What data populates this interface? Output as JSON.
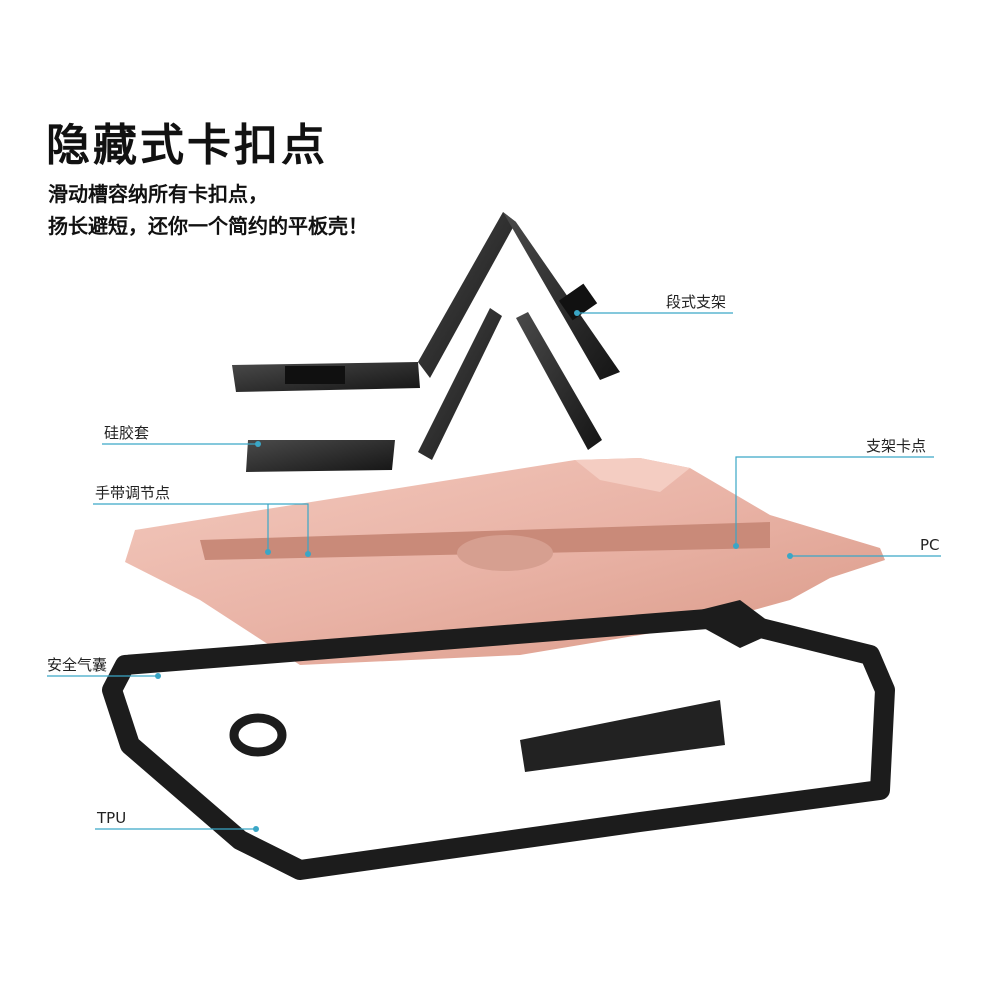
{
  "heading": {
    "title": "隐藏式卡扣点",
    "line1": "滑动槽容纳所有卡扣点，",
    "line2": "扬长避短，还你一个简约的平板壳！"
  },
  "callouts": {
    "stand": "段式支架",
    "silicone": "硅胶套",
    "strap": "手带调节点",
    "clip": "支架卡点",
    "pc": "PC",
    "airbag": "安全气囊",
    "tpu": "TPU"
  },
  "colors": {
    "pc_shell": "#e9b3a6",
    "tpu_frame": "#1c1c1c",
    "stand": "#2a2a2a",
    "leader": "#3aa6c6"
  }
}
